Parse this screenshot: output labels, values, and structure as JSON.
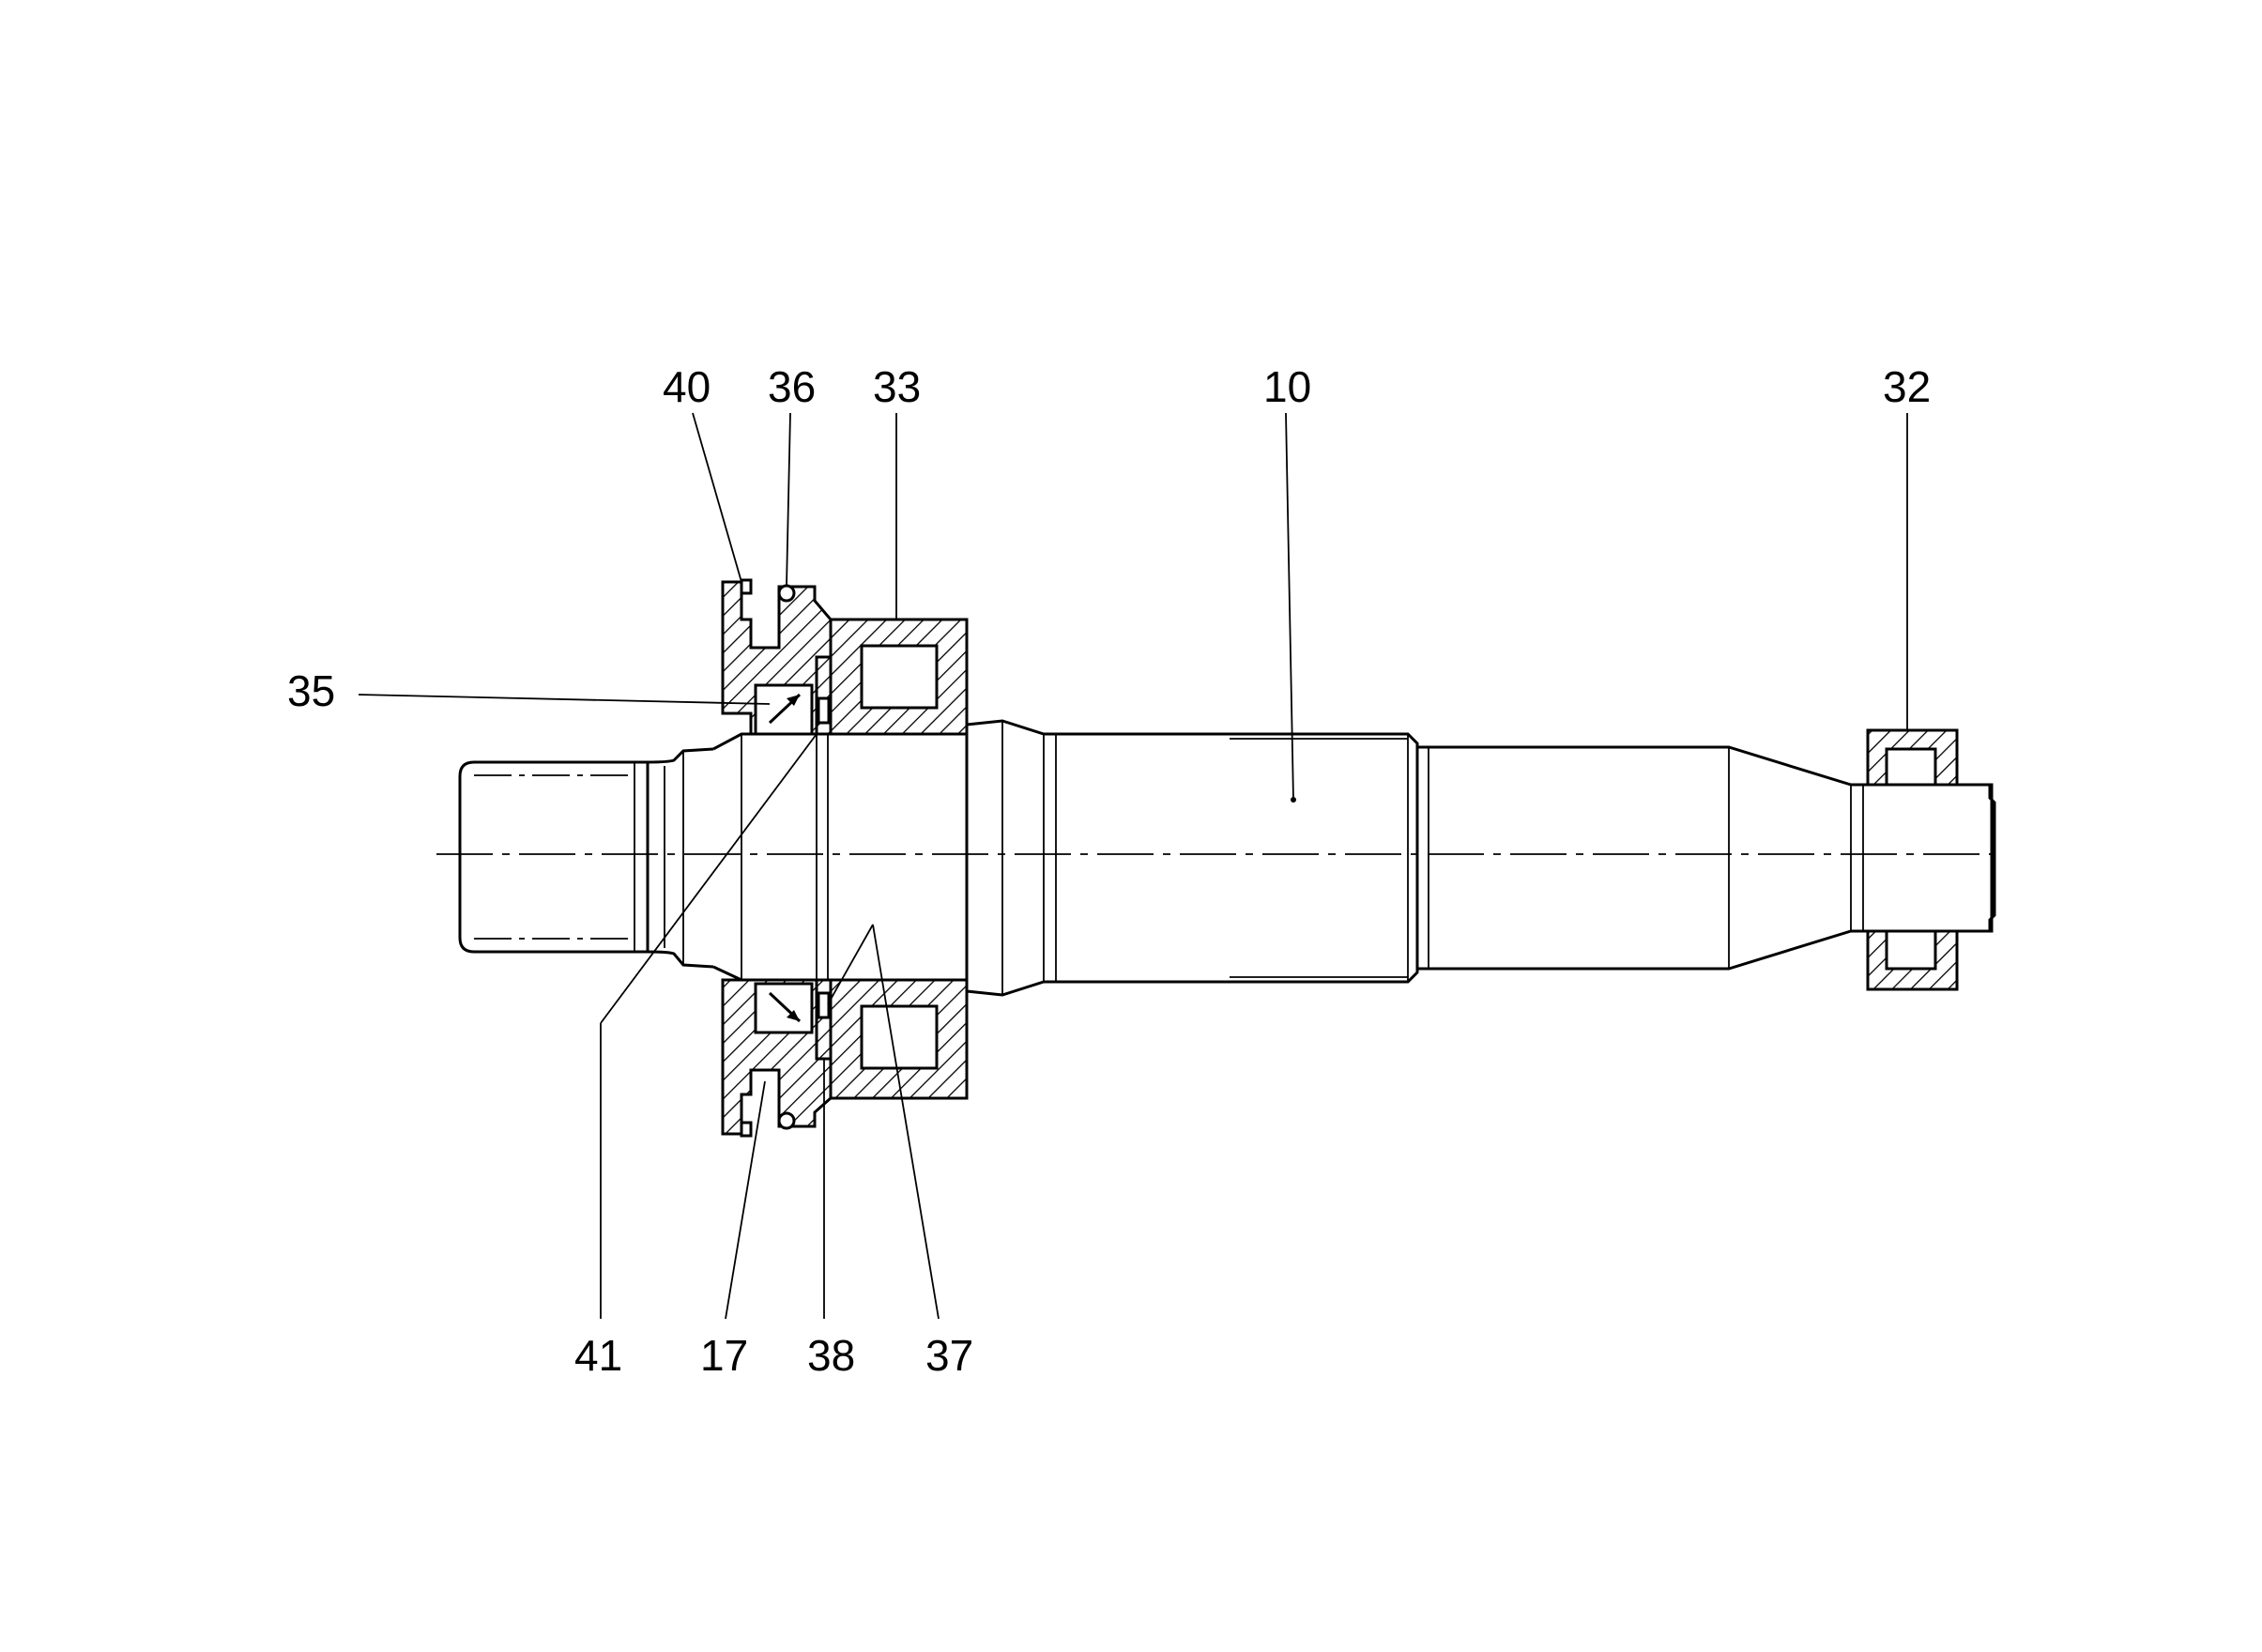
{
  "labels": {
    "l10": "10",
    "l17": "17",
    "l32": "32",
    "l33": "33",
    "l35": "35",
    "l36": "36",
    "l37": "37",
    "l38": "38",
    "l40": "40",
    "l41": "41"
  }
}
